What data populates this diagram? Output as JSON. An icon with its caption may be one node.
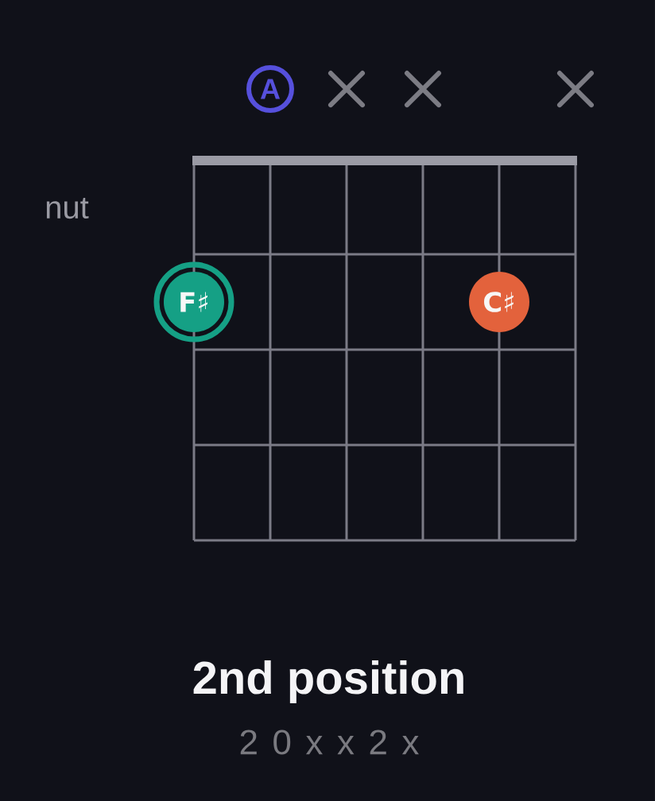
{
  "diagram": {
    "title": "2nd position",
    "nodes": [
      {
        "text": [
          "A"
        ]
      },
      {
        "text": [
          "F♯"
        ]
      },
      {
        "text": [
          "C♯"
        ]
      }
    ],
    "labels": [
      "nut",
      "2 0 x x 2 x"
    ]
  }
}
